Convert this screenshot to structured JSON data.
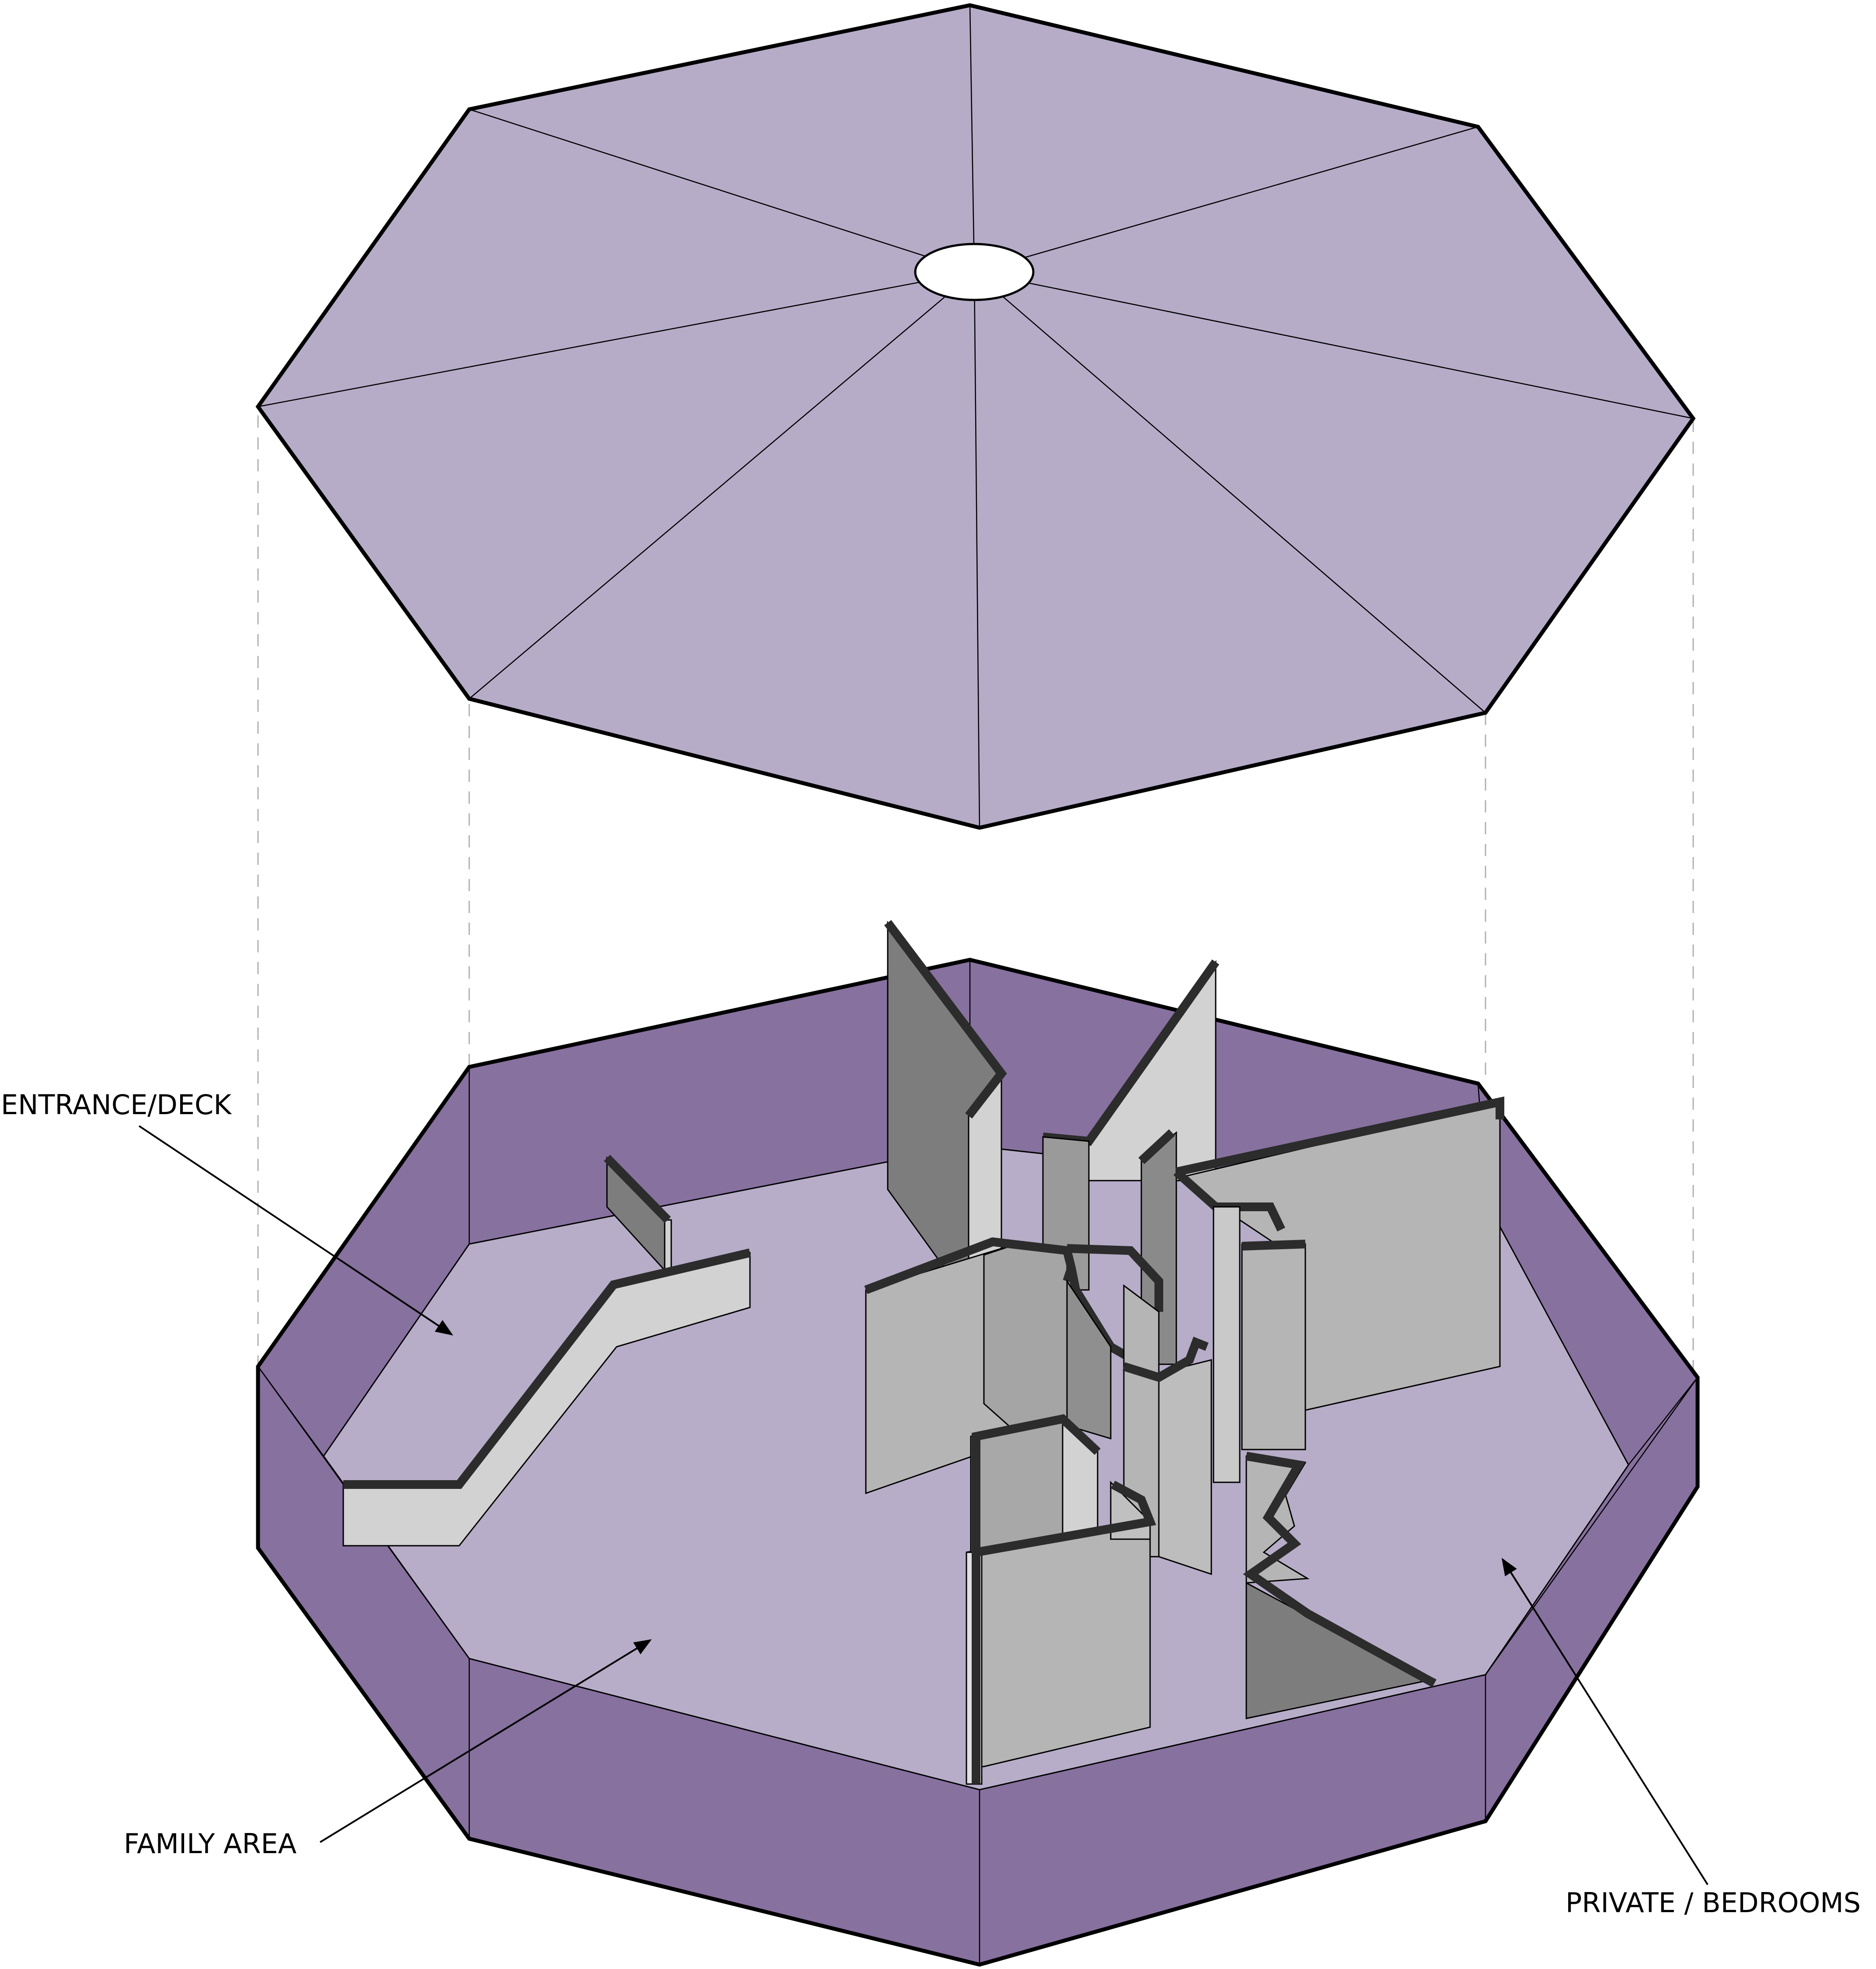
{
  "labels": {
    "entrance": "ENTRANCE/DECK",
    "family": "FAMILY AREA",
    "private": "PRIVATE / BEDROOMS"
  },
  "colors": {
    "roof": "#b6acc8",
    "floor": "#b7adc8",
    "outer_wall": "#87719f",
    "wall_light": "#d2d2d2",
    "wall_mid": "#b5b5b5",
    "wall_dark": "#7d7d7d",
    "wall_top": "#2c2c2c",
    "skylight": "#ffffff",
    "dashed_guide": "#b0b0b0"
  }
}
